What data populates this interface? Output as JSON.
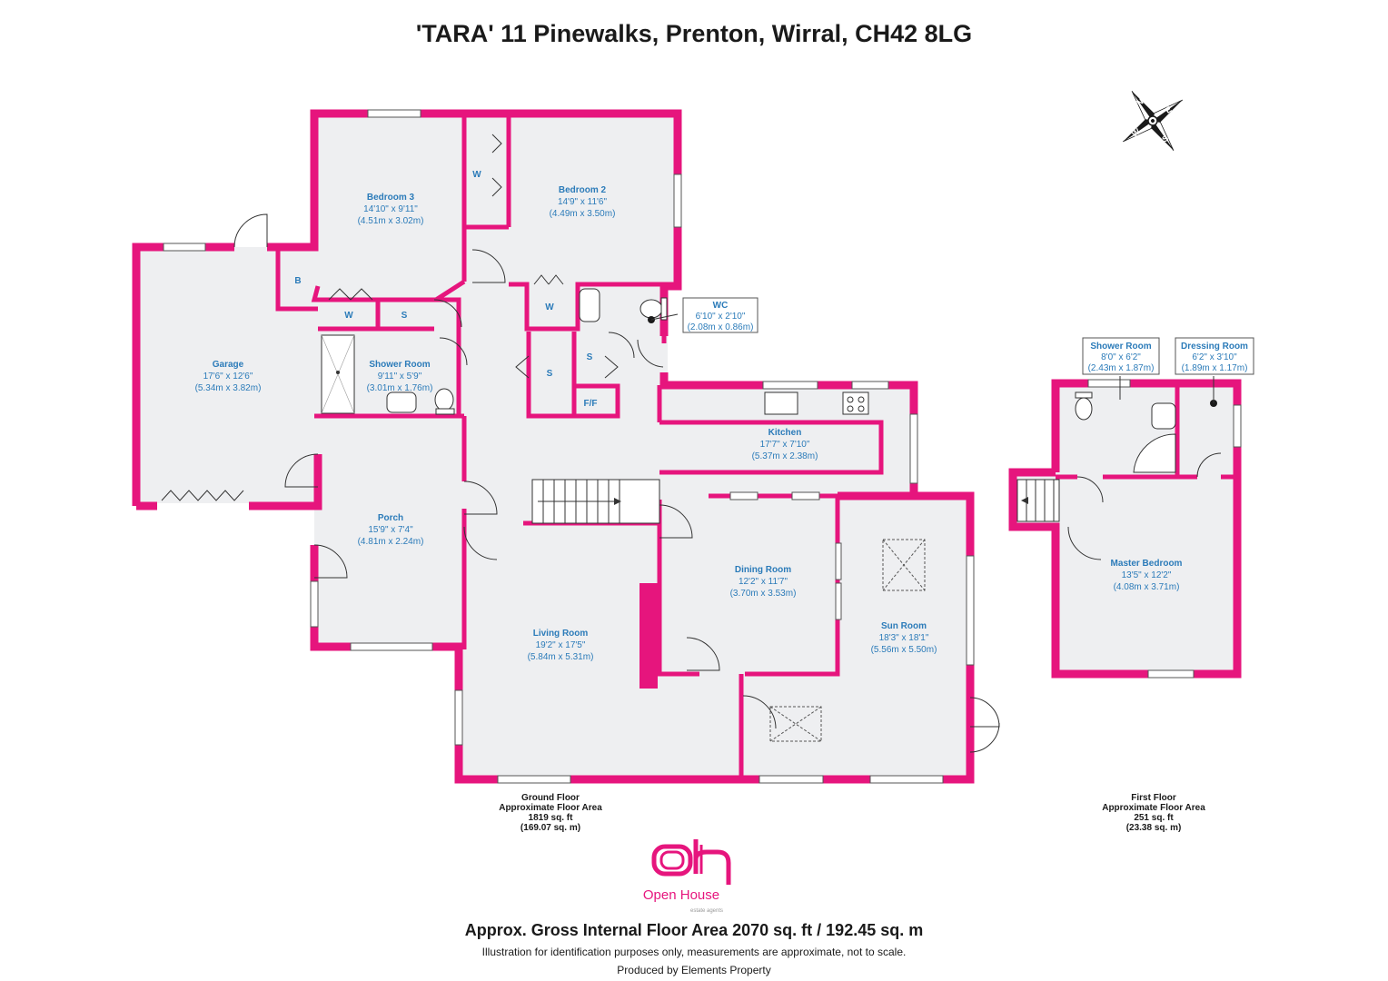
{
  "title": "'TARA' 11 Pinewalks, Prenton, Wirral, CH42 8LG",
  "colors": {
    "walls": "#e6157d",
    "floor": "#eeeff1",
    "labels": "#2b7bb9",
    "text": "#1a1a1a"
  },
  "compass": {
    "labels": [
      "N",
      "E",
      "S",
      "W"
    ]
  },
  "rooms": {
    "bedroom3": {
      "name": "Bedroom 3",
      "imperial": "14'10\" x 9'11\"",
      "metric": "(4.51m x 3.02m)"
    },
    "bedroom2": {
      "name": "Bedroom 2",
      "imperial": "14'9\" x 11'6\"",
      "metric": "(4.49m x 3.50m)"
    },
    "garage": {
      "name": "Garage",
      "imperial": "17'6\" x 12'6\"",
      "metric": "(5.34m x 3.82m)"
    },
    "shower_gf": {
      "name": "Shower Room",
      "imperial": "9'11\" x 5'9\"",
      "metric": "(3.01m x 1.76m)"
    },
    "wc": {
      "name": "WC",
      "imperial": "6'10\" x 2'10\"",
      "metric": "(2.08m x 0.86m)"
    },
    "kitchen": {
      "name": "Kitchen",
      "imperial": "17'7\" x 7'10\"",
      "metric": "(5.37m x 2.38m)"
    },
    "porch": {
      "name": "Porch",
      "imperial": "15'9\" x 7'4\"",
      "metric": "(4.81m x 2.24m)"
    },
    "dining": {
      "name": "Dining Room",
      "imperial": "12'2\" x 11'7\"",
      "metric": "(3.70m x 3.53m)"
    },
    "living": {
      "name": "Living Room",
      "imperial": "19'2\" x 17'5\"",
      "metric": "(5.84m x 5.31m)"
    },
    "sun": {
      "name": "Sun Room",
      "imperial": "18'3\" x 18'1\"",
      "metric": "(5.56m x 5.50m)"
    },
    "shower_ff": {
      "name": "Shower Room",
      "imperial": "8'0\" x 6'2\"",
      "metric": "(2.43m x 1.87m)"
    },
    "dressing": {
      "name": "Dressing Room",
      "imperial": "6'2\" x 3'10\"",
      "metric": "(1.89m x 1.17m)"
    },
    "master": {
      "name": "Master Bedroom",
      "imperial": "13'5\" x 12'2\"",
      "metric": "(4.08m x 3.71m)"
    }
  },
  "small_labels": {
    "w": "W",
    "s": "S",
    "b": "B",
    "ff": "F/F"
  },
  "ground_floor": {
    "name": "Ground Floor",
    "area_label": "Approximate Floor Area",
    "sqft": "1819 sq. ft",
    "sqm": "(169.07 sq. m)"
  },
  "first_floor": {
    "name": "First Floor",
    "area_label": "Approximate Floor Area",
    "sqft": "251 sq. ft",
    "sqm": "(23.38 sq. m)"
  },
  "logo": {
    "brand": "Open House",
    "sub": "estate agents"
  },
  "footer": {
    "gross_area": "Approx. Gross Internal Floor Area 2070 sq. ft / 192.45 sq. m",
    "note": "Illustration for identification purposes only, measurements are approximate, not to scale.",
    "produced_by": "Produced by Elements Property"
  }
}
